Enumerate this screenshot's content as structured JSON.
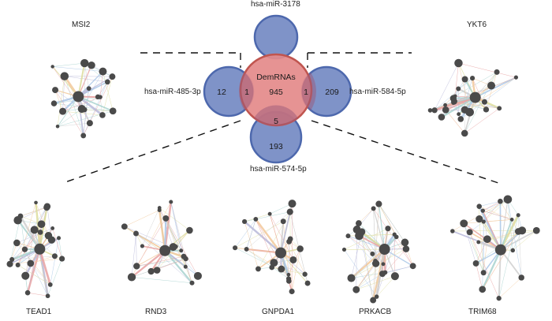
{
  "venn": {
    "center_label": "DemRNAs",
    "center_count": "945",
    "mirnas": {
      "top": {
        "name": "hsa-miR-3178",
        "unique": "",
        "overlap": ""
      },
      "left": {
        "name": "hsa-miR-485-3p",
        "unique": "12",
        "overlap": "1"
      },
      "right": {
        "name": "hsa-miR-584-5p",
        "unique": "209",
        "overlap": "1"
      },
      "bottom": {
        "name": "hsa-miR-574-5p",
        "unique": "193",
        "overlap": "5"
      }
    },
    "colors": {
      "center_fill": "#e48a8a",
      "center_stroke": "#c0554f",
      "mirna_fill": "#7f93c8",
      "mirna_stroke": "#4d68ad"
    }
  },
  "networks": [
    {
      "gene": "MSI2",
      "linked_to": "hsa-miR-485-3p"
    },
    {
      "gene": "YKT6",
      "linked_to": "hsa-miR-584-5p"
    },
    {
      "gene": "TEAD1",
      "linked_to": "hsa-miR-574-5p"
    },
    {
      "gene": "RND3",
      "linked_to": "hsa-miR-574-5p"
    },
    {
      "gene": "GNPDA1",
      "linked_to": "hsa-miR-574-5p"
    },
    {
      "gene": "PRKACB",
      "linked_to": "hsa-miR-574-5p"
    },
    {
      "gene": "TRIM68",
      "linked_to": "hsa-miR-574-5p"
    }
  ],
  "edge_colors": [
    "#e7a1a1",
    "#a9c7e6",
    "#f2c89a",
    "#b9b9d9",
    "#a8d2cf",
    "#dddd9e",
    "#cfcfcf"
  ]
}
